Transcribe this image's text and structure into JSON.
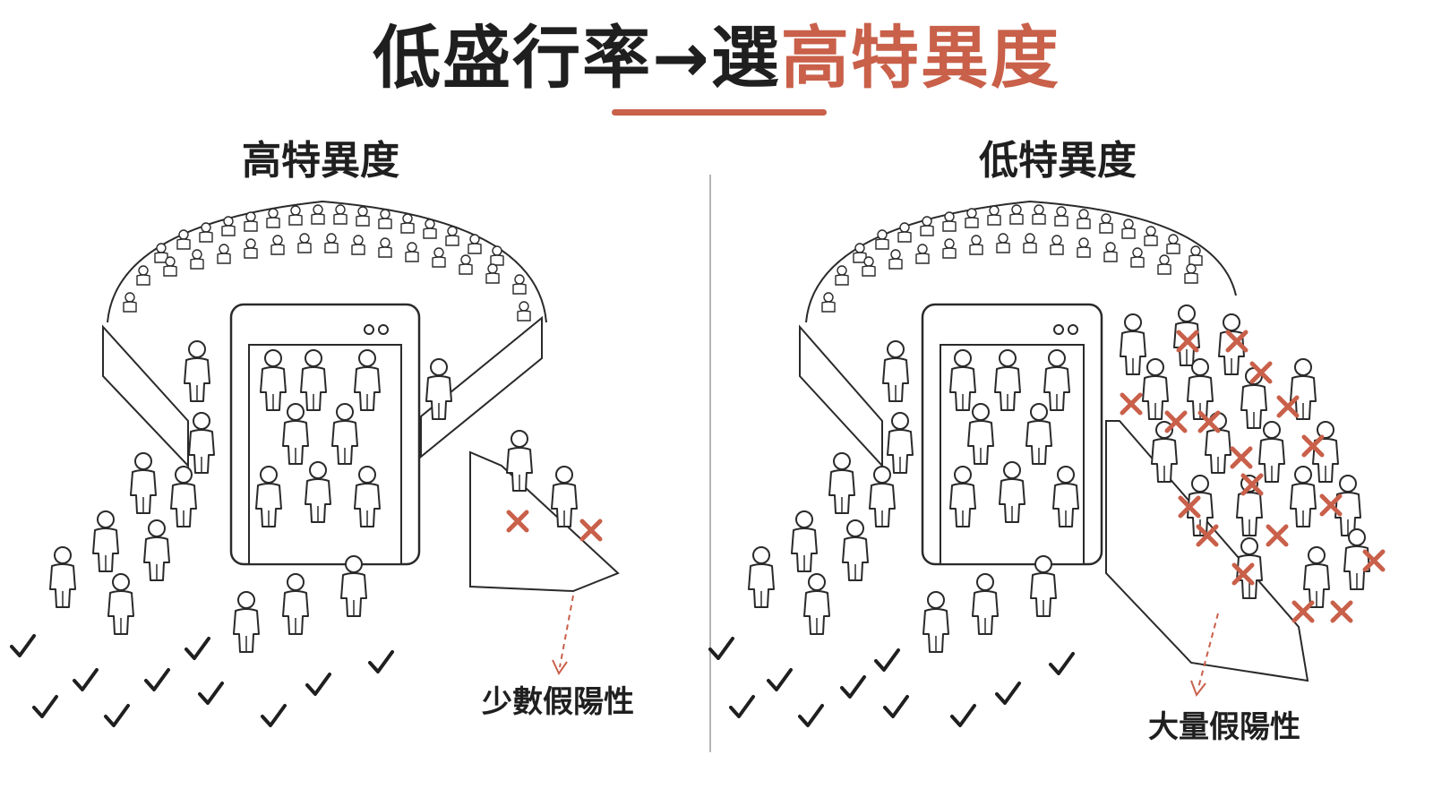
{
  "title": {
    "part1": "低盛行率→選",
    "part2": "高特異度"
  },
  "panels": {
    "left": {
      "heading": "高特異度",
      "callout": "少數假陽性"
    },
    "right": {
      "heading": "低特異度",
      "callout": "大量假陽性"
    }
  },
  "colors": {
    "accent": "#c9604a",
    "ink": "#1f1f1f",
    "line": "#2a2a2a"
  },
  "icons": [
    "person-icon",
    "check-icon",
    "cross-icon",
    "scanner-gate-icon",
    "arrow-icon"
  ]
}
